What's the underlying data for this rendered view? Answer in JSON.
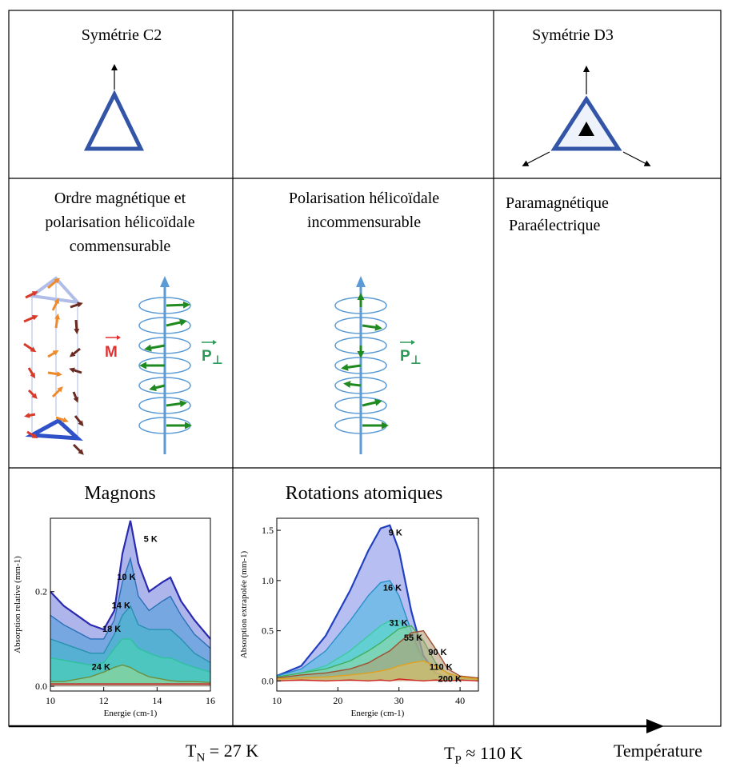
{
  "row1": {
    "left_title": "Symétrie C2",
    "right_title": "Symétrie D3"
  },
  "row2": {
    "left_title_lines": [
      "Ordre magnétique et",
      "polarisation hélicoïdale",
      "commensurable"
    ],
    "middle_title_lines": [
      "Polarisation hélicoïdale",
      "incommensurable"
    ],
    "right_title_lines": [
      "Paramagnétique",
      "Paraélectrique"
    ],
    "m_label": "M",
    "p_label": "P",
    "p_sub": "⊥"
  },
  "row3": {
    "left_title": "Magnons",
    "middle_title": "Rotations atomiques"
  },
  "footer": {
    "tn_main": "T",
    "tn_sub": "N",
    "tn_rest": " = 27 K",
    "tp_main": "T",
    "tp_sub": "P",
    "tp_rest": " ≈ 110 K",
    "axis_label": "Température"
  },
  "colors": {
    "triangle": "#3355a8",
    "helix": "#5b9bd5",
    "arrow_green": "#1f8a1f",
    "m_red": "#e03030",
    "p_green": "#2e9a5a"
  },
  "chart_data": [
    {
      "type": "area",
      "title": "",
      "xlabel": "Energie (cm-1)",
      "ylabel": "Absorption relative (mm-1)",
      "xlim": [
        10,
        16
      ],
      "ylim": [
        -0.01,
        0.355
      ],
      "xticks": [
        "10",
        "12",
        "14",
        "16"
      ],
      "yticks": [
        "0.0",
        "0.2"
      ],
      "x": [
        10,
        10.5,
        11,
        11.5,
        12,
        12.4,
        12.7,
        13.0,
        13.3,
        13.7,
        14.2,
        14.5,
        14.9,
        15.4,
        16
      ],
      "series": [
        {
          "name": "5 K",
          "values": [
            0.2,
            0.17,
            0.15,
            0.13,
            0.12,
            0.16,
            0.28,
            0.35,
            0.26,
            0.2,
            0.22,
            0.23,
            0.18,
            0.14,
            0.1
          ]
        },
        {
          "name": "10 K",
          "values": [
            0.15,
            0.13,
            0.115,
            0.1,
            0.1,
            0.14,
            0.22,
            0.27,
            0.19,
            0.16,
            0.18,
            0.19,
            0.15,
            0.11,
            0.08
          ]
        },
        {
          "name": "14 K",
          "values": [
            0.1,
            0.09,
            0.08,
            0.07,
            0.07,
            0.11,
            0.15,
            0.17,
            0.13,
            0.12,
            0.12,
            0.12,
            0.1,
            0.07,
            0.05
          ]
        },
        {
          "name": "18 K",
          "values": [
            0.06,
            0.055,
            0.05,
            0.045,
            0.05,
            0.08,
            0.1,
            0.1,
            0.08,
            0.07,
            0.06,
            0.06,
            0.05,
            0.04,
            0.03
          ]
        },
        {
          "name": "24 K",
          "values": [
            0.01,
            0.01,
            0.015,
            0.02,
            0.03,
            0.04,
            0.045,
            0.04,
            0.03,
            0.02,
            0.015,
            0.012,
            0.01,
            0.01,
            0.008
          ]
        },
        {
          "name": "",
          "values": [
            0.005,
            0.005,
            0.005,
            0.005,
            0.005,
            0.005,
            0.005,
            0.005,
            0.005,
            0.005,
            0.005,
            0.005,
            0.005,
            0.005,
            0.005
          ]
        }
      ],
      "annotations": [
        {
          "text": "5 K",
          "x": 13.5,
          "y": 0.305
        },
        {
          "text": "10 K",
          "x": 12.5,
          "y": 0.225
        },
        {
          "text": "14 K",
          "x": 12.3,
          "y": 0.165
        },
        {
          "text": "18 K",
          "x": 11.95,
          "y": 0.115
        },
        {
          "text": "24 K",
          "x": 11.55,
          "y": 0.035
        }
      ],
      "fill_colors": [
        "#6a78d8",
        "#4a9ad8",
        "#3ab8c8",
        "#48d8b0",
        "#a0d890",
        "#e06060"
      ],
      "line_colors": [
        "#2a2ab0",
        "#2a70b8",
        "#2a90b0",
        "#30c0a0",
        "#6a9040",
        "#c82020"
      ]
    },
    {
      "type": "area",
      "title": "",
      "xlabel": "Energie (cm-1)",
      "ylabel": "Absorption extrapolée (mm-1)",
      "xlim": [
        10,
        43
      ],
      "ylim": [
        -0.1,
        1.62
      ],
      "xticks": [
        "10",
        "20",
        "30",
        "40"
      ],
      "yticks": [
        "0.0",
        "0.5",
        "1.0",
        "1.5"
      ],
      "x": [
        10,
        14,
        18,
        22,
        25,
        27,
        28.5,
        30,
        32,
        34,
        36,
        38,
        40,
        43
      ],
      "series": [
        {
          "name": "9 K",
          "values": [
            0.05,
            0.15,
            0.45,
            0.9,
            1.3,
            1.52,
            1.55,
            1.3,
            0.7,
            0.25,
            0.08,
            0.03,
            0.02,
            0.02
          ]
        },
        {
          "name": "16 K",
          "values": [
            0.05,
            0.12,
            0.3,
            0.6,
            0.85,
            0.98,
            1.0,
            0.85,
            0.5,
            0.2,
            0.07,
            0.03,
            0.02,
            0.02
          ]
        },
        {
          "name": "31 K",
          "values": [
            0.04,
            0.08,
            0.15,
            0.3,
            0.45,
            0.55,
            0.6,
            0.6,
            0.45,
            0.2,
            0.07,
            0.03,
            0.02,
            0.02
          ]
        },
        {
          "name": "55 K",
          "values": [
            0.04,
            0.08,
            0.12,
            0.2,
            0.3,
            0.38,
            0.45,
            0.52,
            0.55,
            0.4,
            0.18,
            0.07,
            0.03,
            0.02
          ]
        },
        {
          "name": "90 K",
          "values": [
            0.03,
            0.06,
            0.08,
            0.12,
            0.18,
            0.25,
            0.3,
            0.38,
            0.48,
            0.5,
            0.32,
            0.12,
            0.05,
            0.03
          ]
        },
        {
          "name": "110 K",
          "values": [
            0.02,
            0.03,
            0.04,
            0.06,
            0.08,
            0.1,
            0.12,
            0.15,
            0.18,
            0.2,
            0.15,
            0.08,
            0.04,
            0.02
          ]
        },
        {
          "name": "200 K",
          "values": [
            0.0,
            0.01,
            0.0,
            0.01,
            0.0,
            0.01,
            0.0,
            0.02,
            0.01,
            0.0,
            0.01,
            0.0,
            0.01,
            0.0
          ]
        }
      ],
      "annotations": [
        {
          "text": "9 K",
          "x": 28.3,
          "y": 1.45
        },
        {
          "text": "16 K",
          "x": 27.4,
          "y": 0.9
        },
        {
          "text": "31 K",
          "x": 28.4,
          "y": 0.55
        },
        {
          "text": "55 K",
          "x": 30.8,
          "y": 0.4
        },
        {
          "text": "90 K",
          "x": 34.8,
          "y": 0.26
        },
        {
          "text": "110 K",
          "x": 35.0,
          "y": 0.11
        },
        {
          "text": "200 K",
          "x": 36.4,
          "y": -0.01
        }
      ],
      "fill_colors": [
        "#7a88e8",
        "#46b8e0",
        "#50e0c0",
        "#90d8a0",
        "#b09870",
        "#e8c060",
        "#f08080"
      ],
      "line_colors": [
        "#2040c0",
        "#2a90c8",
        "#40c8a0",
        "#40b060",
        "#a05030",
        "#e0a020",
        "#d02020"
      ]
    }
  ]
}
